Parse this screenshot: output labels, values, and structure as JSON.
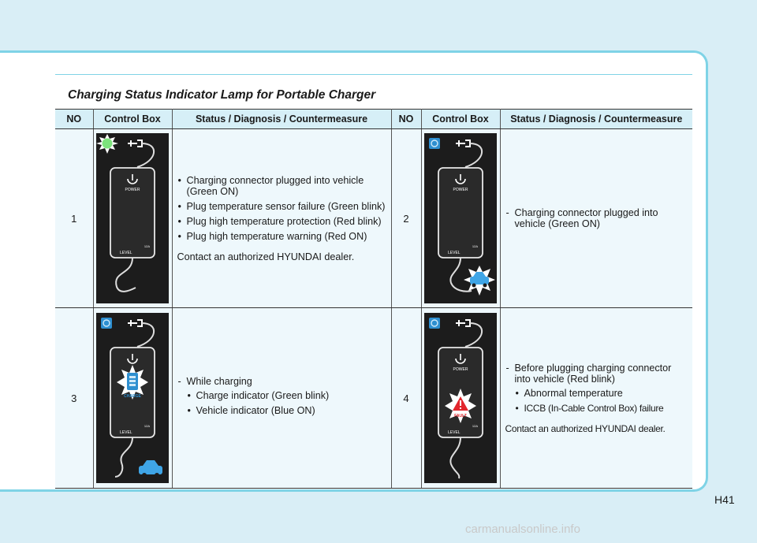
{
  "title": "Charging Status Indicator Lamp for Portable Charger",
  "headers": [
    "NO",
    "Control Box",
    "Status / Diagnosis / Countermeasure",
    "NO",
    "Control Box",
    "Status / Diagnosis / Countermeasure"
  ],
  "rows": [
    {
      "no": "1",
      "status_items": [
        "Charging connector plugged into vehicle (Green ON)",
        "Plug temperature sensor failure (Green blink)",
        "Plug high temperature protection (Red blink)",
        "Plug high temperature warning (Red ON)"
      ],
      "note": "Contact an authorized HYUNDAI dealer."
    },
    {
      "no": "2",
      "dash": "Charging connector plugged into vehicle (Green ON)"
    },
    {
      "no": "3",
      "dash": "While charging",
      "sub_items": [
        "Charge indicator (Green blink)",
        "Vehicle indicator (Blue ON)"
      ]
    },
    {
      "no": "4",
      "dash": "Before plugging charging connector into vehicle (Red blink)",
      "sub_items": [
        "Abnormal temperature",
        "ICCB (In-Cable Control Box) failure"
      ],
      "note": "Contact an authorized HYUNDAI dealer."
    }
  ],
  "device_labels": {
    "power": "POWER",
    "level": "LEVEL",
    "amp": "12A",
    "charge": "CHARGE",
    "fault": "FAULT"
  },
  "page_number": "H41",
  "watermark": "carmanualsonline.info",
  "colors": {
    "accent": "#7fd3e6",
    "header_bg": "#d6eff7",
    "cell_bg": "#eef8fc",
    "green_lamp": "#7de37d",
    "blue_lamp": "#3fa5e6",
    "red_lamp": "#e2262d"
  }
}
